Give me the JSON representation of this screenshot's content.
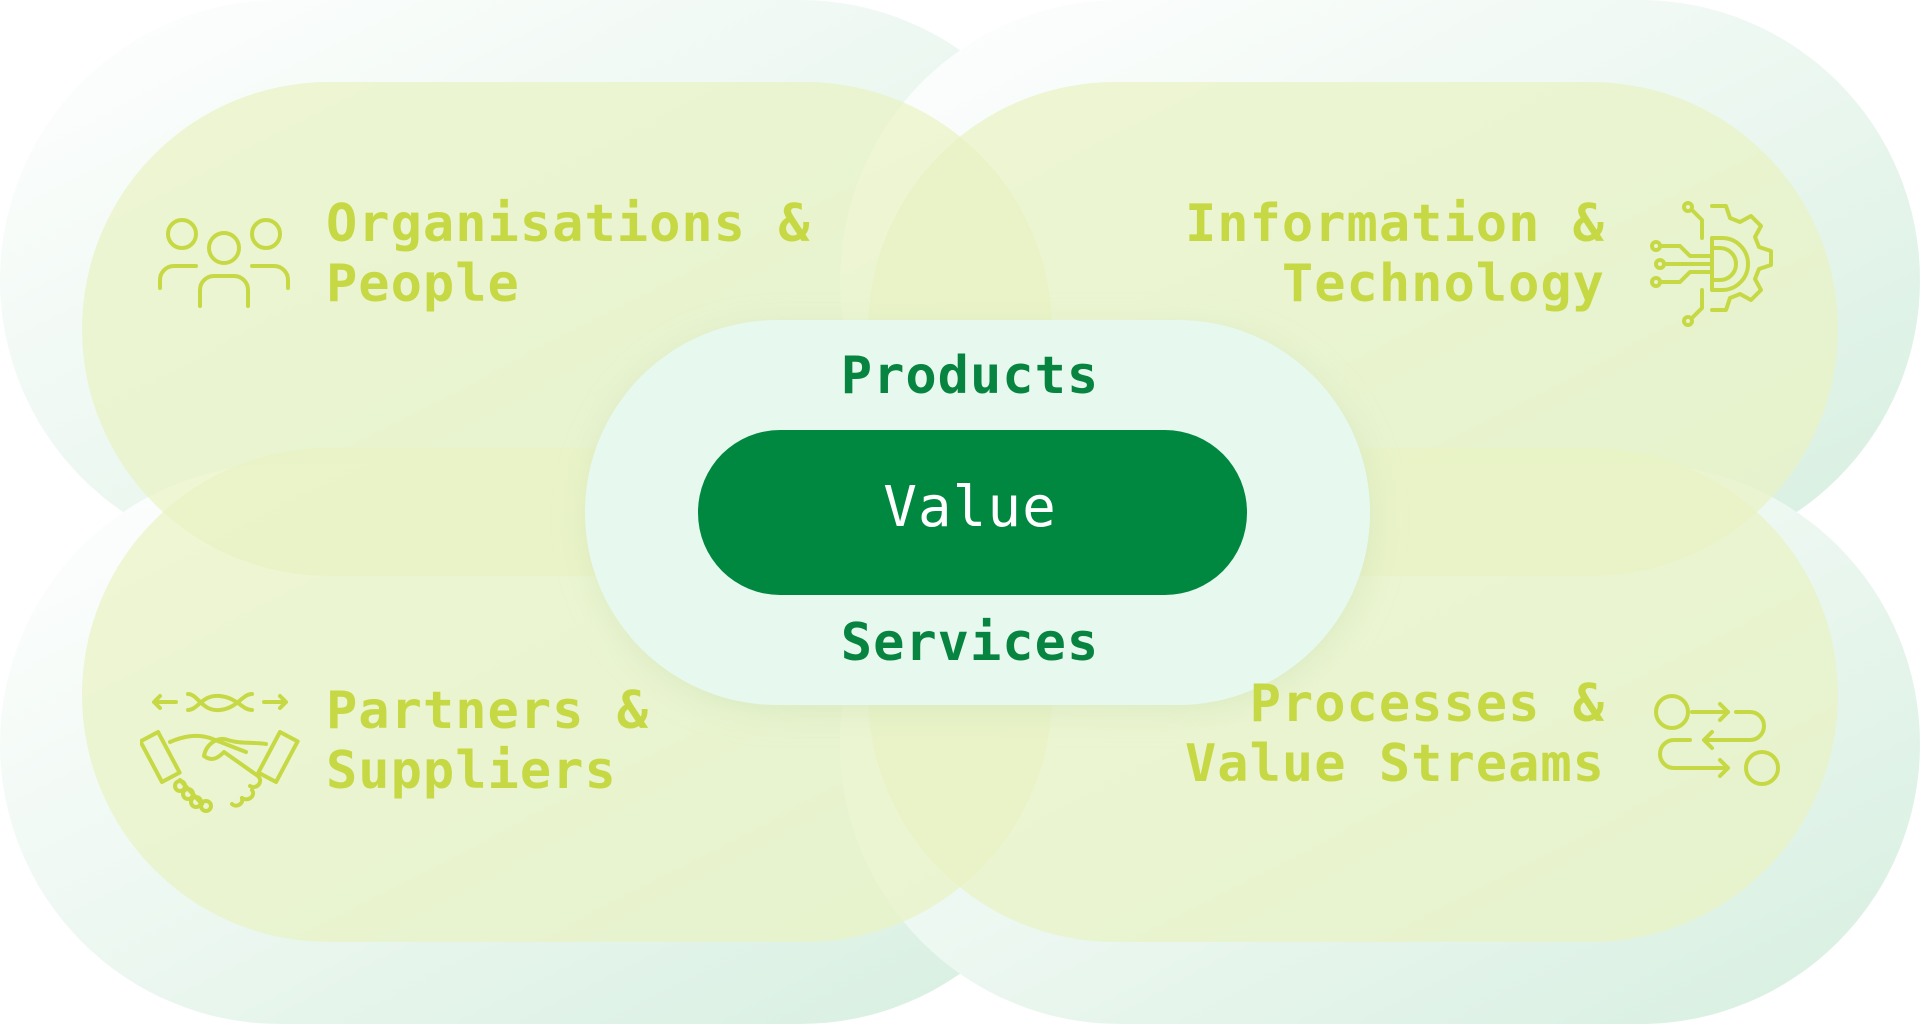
{
  "colors": {
    "outer_halo": "#e3f3ea",
    "domain_fill": "#eef5cf",
    "domain_overlap": "#e3efb8",
    "domain_text": "#c6d944",
    "core_fill": "#e7f8ee",
    "core_text": "#078440",
    "value_fill": "#008840",
    "value_text": "#ffffff"
  },
  "core": {
    "top_label": "Products",
    "center_label": "Value",
    "bottom_label": "Services"
  },
  "domains": {
    "top_left": {
      "line1": "Organisations &",
      "line2": "People",
      "icon": "people-group-icon"
    },
    "top_right": {
      "line1": "Information &",
      "line2": "Technology",
      "icon": "circuit-gear-icon"
    },
    "bottom_left": {
      "line1": "Partners &",
      "line2": "Suppliers",
      "icon": "handshake-icon"
    },
    "bottom_right": {
      "line1": "Processes &",
      "line2": "Value Streams",
      "icon": "process-flow-icon"
    }
  }
}
